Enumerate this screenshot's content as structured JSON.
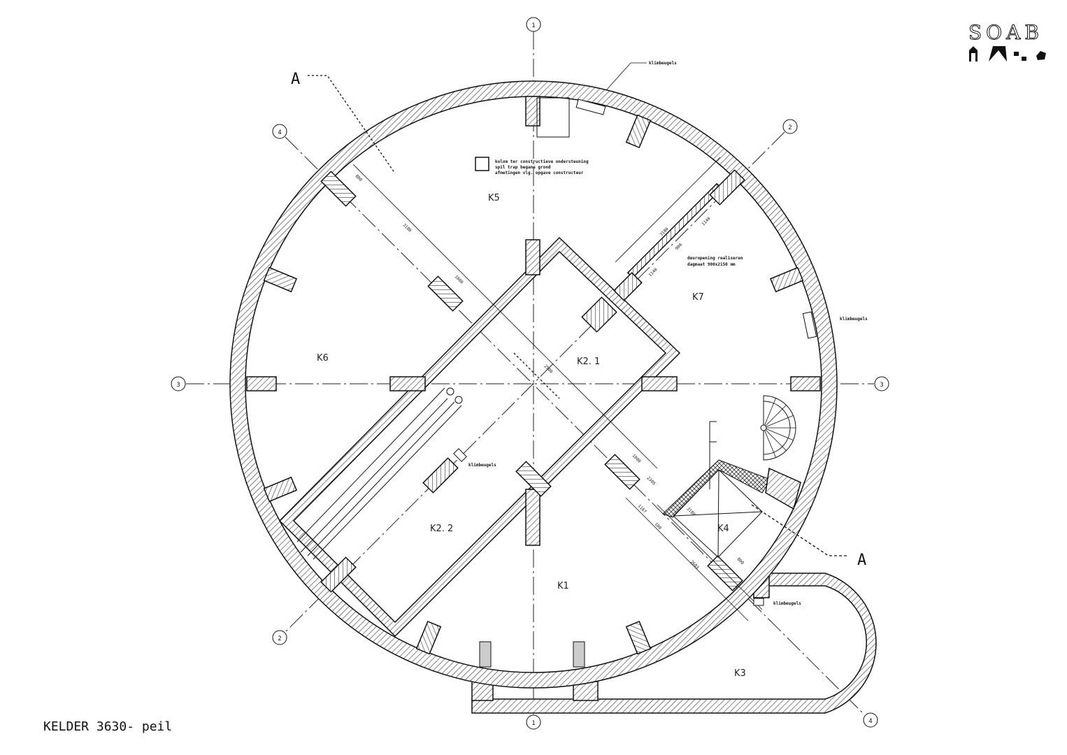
{
  "title": "KELDER  3630- peil",
  "section_marker": "A",
  "logo": {
    "text": "SOAB"
  },
  "axes": {
    "a1": "1",
    "a2": "2",
    "a3": "3",
    "a4": "4"
  },
  "rooms": {
    "k1": "K1",
    "k21": "K2. 1",
    "k22": "K2. 2",
    "k3": "K3",
    "k4": "K4",
    "k5": "K5",
    "k6": "K6",
    "k7": "K7"
  },
  "notes": {
    "klimbeugels": "klimbeugels",
    "kolom_1": "kolom  ter constructieve ondersteuning",
    "kolom_2": "spil trap begane grond",
    "kolom_3": "afmetingen vlg. opgave constructeur",
    "deur_1": "deuropening realiseren",
    "deur_2": "dagmaat 900x2150 mm"
  },
  "dims": [
    "800",
    "3180",
    "1000",
    "2500",
    "3180",
    "1140",
    "900",
    "1140",
    "1000",
    "2305",
    "1167",
    "100",
    "3180",
    "2683",
    "800"
  ]
}
